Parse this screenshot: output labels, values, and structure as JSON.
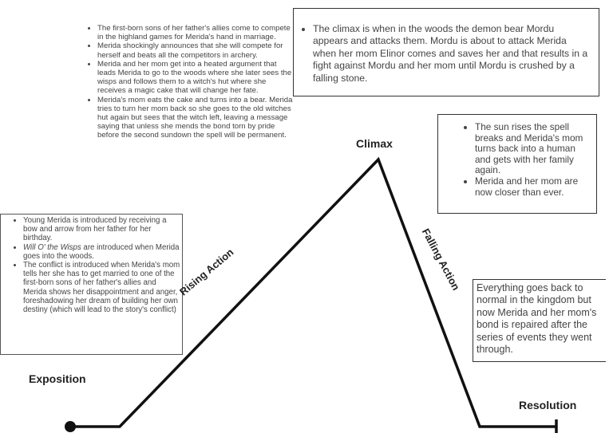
{
  "labels": {
    "exposition": "Exposition",
    "rising_action": "Rising Action",
    "climax": "Climax",
    "falling_action": "Falling Action",
    "resolution": "Resolution"
  },
  "exposition_box": {
    "items": [
      {
        "text": "Young Merida is introduced by receiving a bow and arrow from her father for her birthday."
      },
      {
        "italic": "Will O' the Wisps",
        "text": " are introduced when Merida goes into the woods."
      },
      {
        "text": "The conflict is introduced when Merida's mom tells her she has to get married to one of the first-born sons of her father's allies and Merida shows her disappointment and anger, foreshadowing her dream of building her own destiny (which will lead to the story's conflict)"
      }
    ]
  },
  "rising_action_box": {
    "items": [
      "The first-born sons of her father's allies come to compete in the highland games for Merida's hand in marriage.",
      "Merida shockingly announces that she will compete for herself and beats all the competitors in archery.",
      "Merida and her mom get into a heated argument that leads Merida to go to the woods where she later sees the wisps and follows them to a witch's hut where she receives a magic cake that will change her fate.",
      "Merida's mom eats the cake and turns into a bear. Merida tries to turn her mom back so she goes to the old witches hut again but sees that the witch left, leaving a message saying that unless she mends the bond torn by pride before the second sundown the spell will be permanent."
    ]
  },
  "climax_box": {
    "items": [
      "The climax is when in the woods the demon bear Mordu appears and attacks them. Mordu is about to attack Merida when her mom Elinor comes and saves her and that results in a fight against Mordu and her mom until Mordu is crushed by a falling stone."
    ]
  },
  "falling_action_box": {
    "items": [
      "The sun rises the spell breaks and Merida's mom turns back into a human and gets with her family again.",
      "Merida and her mom are now closer than ever."
    ]
  },
  "resolution_box": {
    "text": "Everything goes back to normal in the kingdom but now Merida and her mom's bond is repaired after the series of events they went through."
  }
}
